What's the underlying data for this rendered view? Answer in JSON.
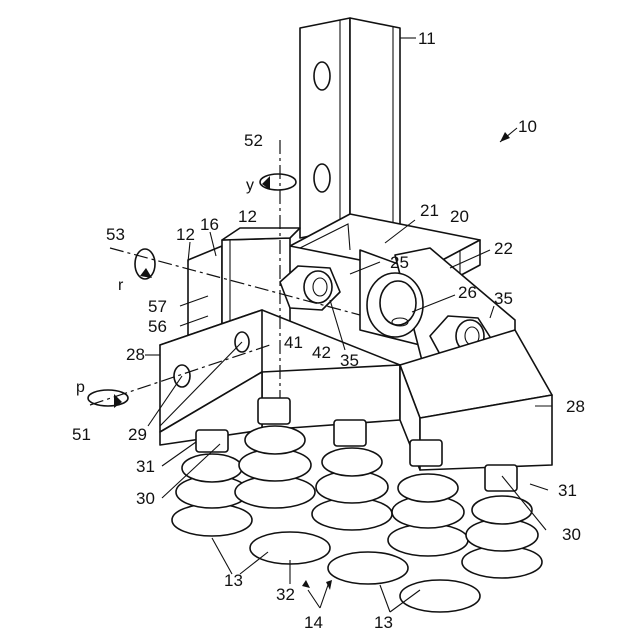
{
  "labels": {
    "l11": "11",
    "l10": "10",
    "l52": "52",
    "ly": "y",
    "l21": "21",
    "l20": "20",
    "l22": "22",
    "l12a": "12",
    "l12b": "12",
    "l16": "16",
    "l53": "53",
    "lr": "r",
    "l25": "25",
    "l26": "26",
    "l35a": "35",
    "l35b": "35",
    "l57": "57",
    "l56": "56",
    "l41": "41",
    "l42": "42",
    "l28a": "28",
    "l28b": "28",
    "lp": "p",
    "l51": "51",
    "l29": "29",
    "l31a": "31",
    "l31b": "31",
    "l30a": "30",
    "l30b": "30",
    "l13a": "13",
    "l13b": "13",
    "l32": "32",
    "l14": "14"
  },
  "colors": {
    "line": "#111111",
    "background": "#ffffff"
  }
}
